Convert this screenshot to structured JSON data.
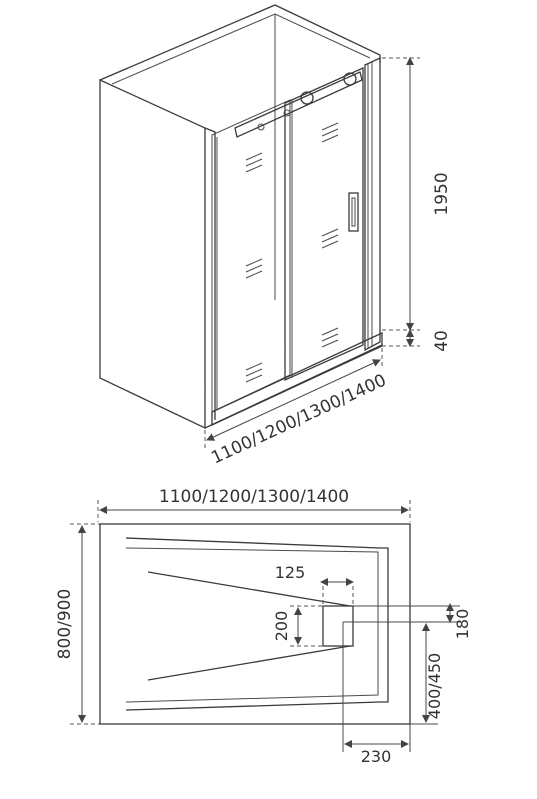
{
  "diagram": {
    "top_view": {
      "width_label": "1100/1200/1300/1400",
      "height_label": "1950",
      "base_label": "40"
    },
    "plan_view": {
      "width_label": "1100/1200/1300/1400",
      "depth_label": "800/900",
      "drain_width_label": "125",
      "drain_height_label": "200",
      "offset_v_label": "180",
      "depth_offset_label": "400/450",
      "offset_h_label": "230"
    }
  }
}
